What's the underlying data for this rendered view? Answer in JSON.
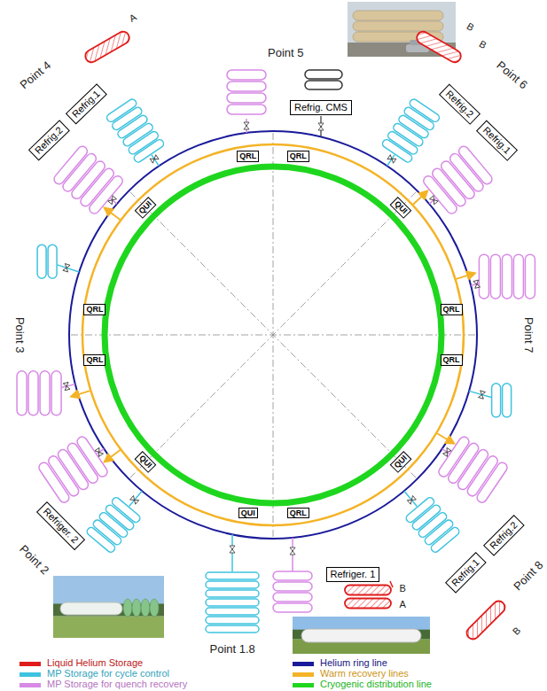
{
  "diagram": {
    "nodes": [
      {
        "text": [
          "Refrig. CMS"
        ]
      },
      {
        "text": [
          "Refrig.2"
        ]
      },
      {
        "text": [
          "Refrig.1"
        ]
      },
      {
        "text": [
          "Refrig.2"
        ]
      },
      {
        "text": [
          "Refrig.1"
        ]
      },
      {
        "text": [
          "QRL"
        ]
      },
      {
        "text": [
          "QRL"
        ]
      },
      {
        "text": [
          "QUI"
        ]
      },
      {
        "text": [
          "QUI"
        ]
      },
      {
        "text": [
          "QRL"
        ]
      },
      {
        "text": [
          "QRL"
        ]
      },
      {
        "text": [
          "QRL"
        ]
      },
      {
        "text": [
          "QRL"
        ]
      },
      {
        "text": [
          "QUI"
        ]
      },
      {
        "text": [
          "QUI"
        ]
      },
      {
        "text": [
          "QUI"
        ]
      },
      {
        "text": [
          "QRL"
        ]
      },
      {
        "text": [
          "Refriger. 2"
        ]
      },
      {
        "text": [
          "Refrig.1"
        ]
      },
      {
        "text": [
          "Refrig.2"
        ]
      },
      {
        "text": [
          "Refriger. 1"
        ]
      }
    ],
    "labels": [
      "Point 5",
      "Point 4",
      "A",
      "Point 6",
      "B",
      "B",
      "Point 3",
      "Point 7",
      "Point 2",
      "Point 8",
      "B",
      "B",
      "A",
      "Point 1.8"
    ],
    "legend": [
      {
        "text": "Liquid Helium Storage",
        "color": "#e01b1b"
      },
      {
        "text": "Helium ring line",
        "color": "#1a1a9a"
      },
      {
        "text": "MP Storage for cycle control",
        "color": "#3ec3df"
      },
      {
        "text": "Warm recovery lines",
        "color": "#f4b326"
      },
      {
        "text": "MP Storage for quench recovery",
        "color": "#d889e6"
      },
      {
        "text": "Cryogenic distribution line",
        "color": "#1fd61f"
      }
    ]
  }
}
